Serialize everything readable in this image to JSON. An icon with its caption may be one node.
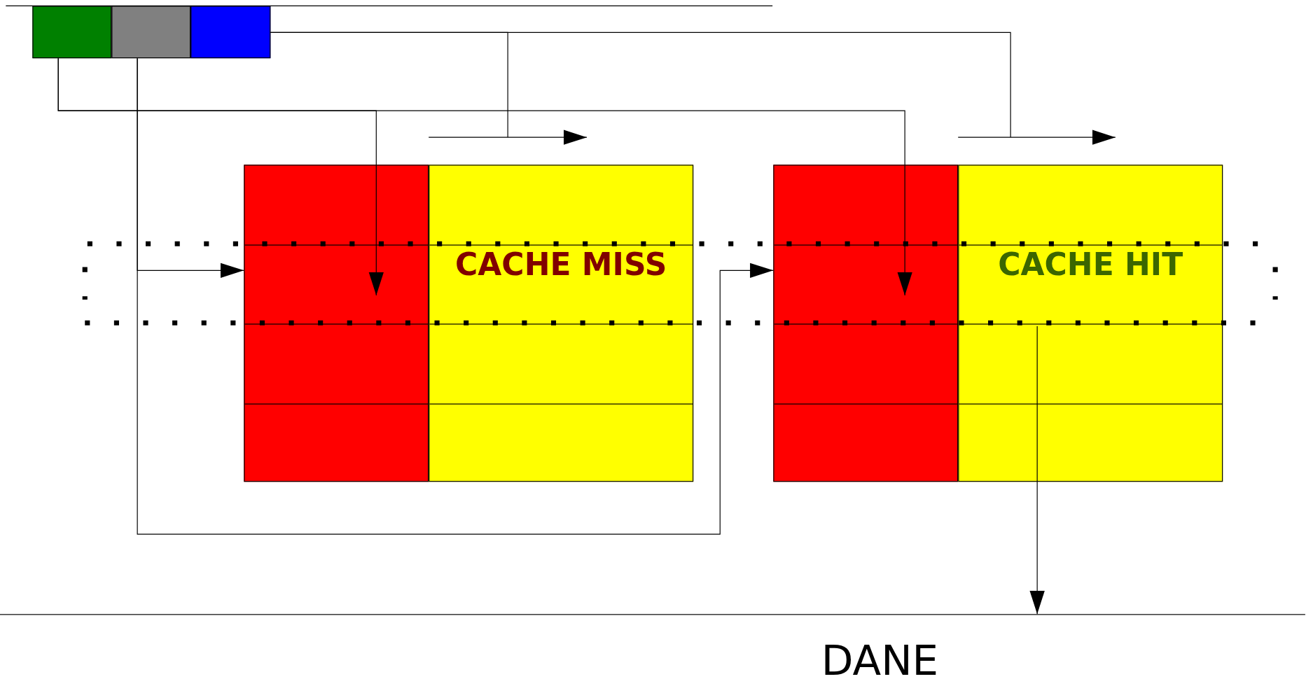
{
  "diagram": {
    "nodes": [
      {
        "text": [],
        "shape": "box"
      },
      {
        "text": [],
        "shape": "box"
      },
      {
        "text": [],
        "shape": "box"
      },
      {
        "text": [],
        "shape": "box"
      },
      {
        "text": [
          "CACHE MISS"
        ]
      },
      {
        "text": [],
        "shape": "box"
      },
      {
        "text": [
          "CACHE HIT"
        ]
      },
      {
        "text": [
          "DANE"
        ]
      }
    ],
    "edges": [
      {
        "from": 0,
        "to": 3,
        "arrow": "to"
      },
      {
        "from": 0,
        "to": 5,
        "arrow": "to"
      },
      {
        "from": 1,
        "to": 3,
        "arrow": "to"
      },
      {
        "from": 1,
        "to": 5,
        "arrow": "to"
      },
      {
        "from": 2,
        "to": 4,
        "arrow": "to"
      },
      {
        "from": 2,
        "to": 6,
        "arrow": "to"
      },
      {
        "from": 6,
        "to": 7,
        "arrow": "to"
      }
    ]
  }
}
